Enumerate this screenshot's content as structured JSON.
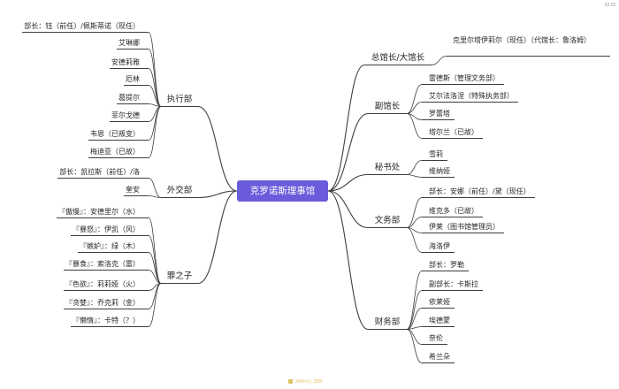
{
  "central_topic": "克罗诺斯理事馆",
  "left_branches": [
    {
      "label": "执行部",
      "children": [
        "部长：钰（前任）/佩斯蒂诺（现任）",
        "艾琳娜",
        "安德莉雅",
        "厄林",
        "葛提尔",
        "菲尔戈德",
        "韦恩（已叛变）",
        "梅迪亚（已故）"
      ]
    },
    {
      "label": "外交部",
      "children": [
        "部长：凯拉斯（前任）/洛",
        "奎安"
      ]
    },
    {
      "label": "罪之子",
      "children": [
        "『傲慢』：安德里尔（水）",
        "『暴怒』：伊凯（风）",
        "『嫉妒』：绿（木）",
        "『暴食』：索洛克（雷）",
        "『色欲』：莉莉娅（火）",
        "『贪婪』：乔克莉（金）",
        "『懒惰』：卡特（？）"
      ]
    }
  ],
  "right_branches": [
    {
      "label": "总馆长/大馆长",
      "children": [
        "克里尔塔伊莉尔（现任）（代馆长：鲁洛姆）"
      ]
    },
    {
      "label": "副馆长",
      "children": [
        "雷德斯（管理文务部）",
        "艾尔法洛涅（特殊执务部）",
        "罗蕾塔",
        "塔尔兰（已故）"
      ]
    },
    {
      "label": "秘书处",
      "children": [
        "雪莉",
        "维纳娅"
      ]
    },
    {
      "label": "文务部",
      "children": [
        "部长：安娜（前任）/黛（现任）",
        "维克多（已故）",
        "伊莱（图书馆管理员）",
        "海洛伊"
      ]
    },
    {
      "label": "财务部",
      "children": [
        "部长：罗勒",
        "副部长：卡斯拉",
        "依莱娅",
        "埃德蒙",
        "奈伦",
        "希兰朵"
      ]
    }
  ],
  "watermark": "XMind | ZEN",
  "colors": {
    "background": "#ffffff",
    "central_fill": "#6b5cdb",
    "central_text": "#ffffff",
    "line": "#3d3d3d",
    "topic_text": "#262626",
    "watermark": "#d9b84a"
  }
}
